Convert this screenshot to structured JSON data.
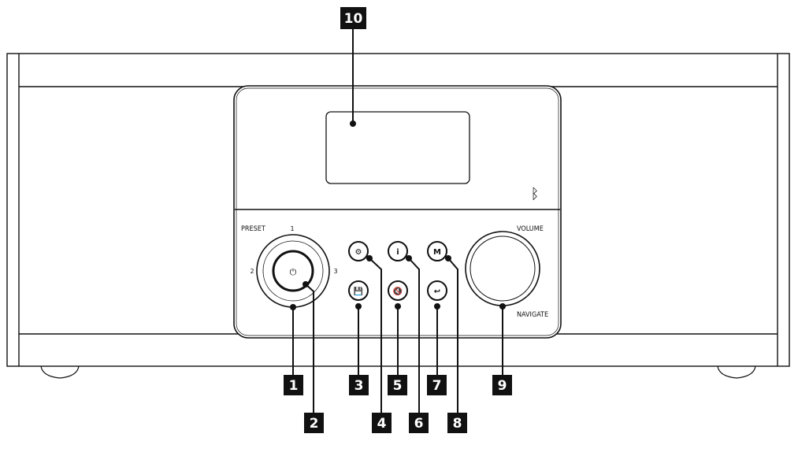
{
  "device": {
    "labels": {
      "preset": "PRESET",
      "volume": "VOLUME",
      "navigate": "NAVIGATE",
      "ring_1": "1",
      "ring_2": "2",
      "ring_3": "3"
    },
    "buttons": {
      "power_glyph": "⏻",
      "settings_glyph": "⚙",
      "info_glyph": "i",
      "mode_glyph": "M",
      "save_glyph": "💾",
      "mute_glyph": "🔇",
      "back_glyph": "↩",
      "bluetooth_glyph": "ᛒ"
    }
  },
  "callouts": [
    "1",
    "2",
    "3",
    "4",
    "5",
    "6",
    "7",
    "8",
    "9",
    "10"
  ]
}
